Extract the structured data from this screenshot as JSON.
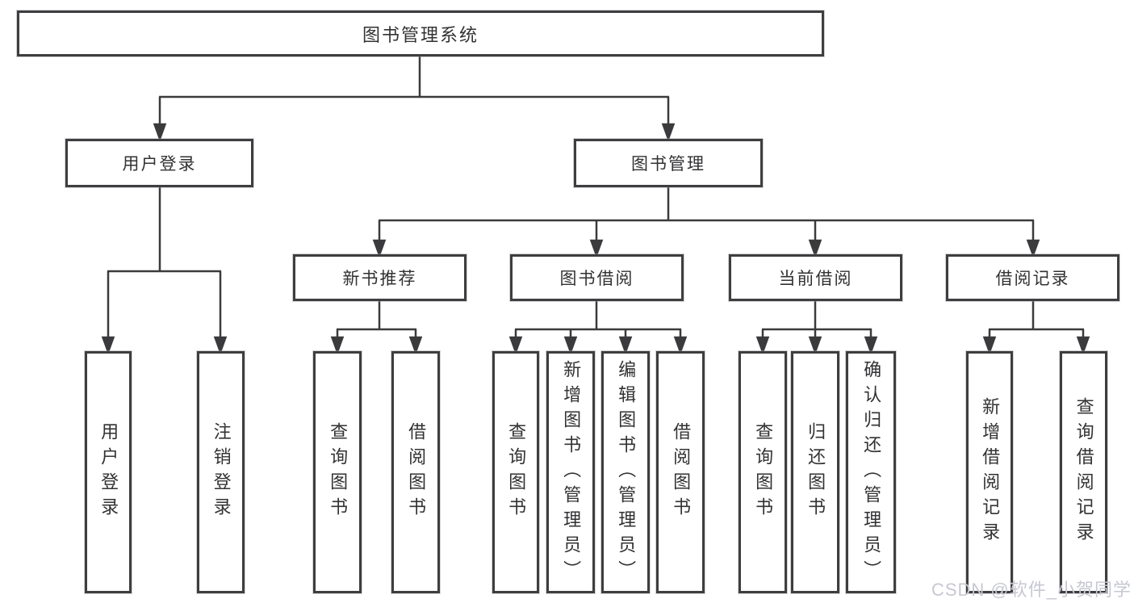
{
  "diagram": {
    "root": "图书管理系统",
    "level2": [
      "用户登录",
      "图书管理"
    ],
    "level3": [
      "新书推荐",
      "图书借阅",
      "当前借阅",
      "借阅记录"
    ],
    "leaves": {
      "login": [
        "用户登录",
        "注销登录"
      ],
      "recommend": [
        "查询图书",
        "借阅图书"
      ],
      "borrow": [
        "查询图书",
        "新增图书（管理员）",
        "编辑图书（管理员）",
        "借阅图书"
      ],
      "current": [
        "查询图书",
        "归还图书",
        "确认归还（管理员）"
      ],
      "records": [
        "新增借阅记录",
        "查询借阅记录"
      ]
    }
  },
  "watermark": {
    "text": "CSDN @软件_小贺同学"
  },
  "colors": {
    "line": "#3b3b3d",
    "box_border": "#3e3e40",
    "text": "#323234",
    "watermark": "#c7c8d2",
    "background": "#ffffff"
  }
}
